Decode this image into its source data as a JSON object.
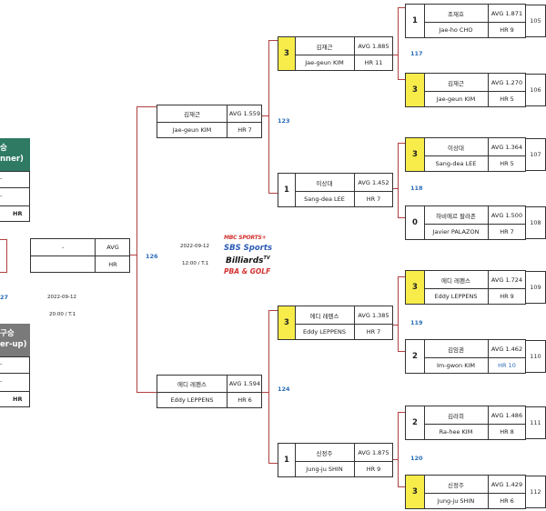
{
  "final": {
    "winner_head": [
      "승",
      "nner)"
    ],
    "winner_rows": [
      "-",
      "-"
    ],
    "winner_hr": "HR",
    "runner_head": [
      "구승",
      "er-up)"
    ],
    "runner_rows": [
      "-",
      "-"
    ],
    "runner_hr": "HR",
    "date": "2022-09-12",
    "time": "20:00 / T.1",
    "match_no": "27"
  },
  "match126": {
    "no": "126",
    "date": "2022-09-12",
    "time": "12:00 / T.1",
    "name": "-",
    "avg": "AVG",
    "hr": "HR"
  },
  "logos": {
    "mbc": "MBC SPORTS+",
    "sbs": "SBS Sports",
    "billiards": "Billiards",
    "tv": "TV",
    "pba": "PBA & GOLF"
  },
  "semis": [
    {
      "no": "123",
      "name": "김재근",
      "en": "Jae-geun KIM",
      "avg": "AVG 1.559",
      "hr": "HR 7"
    },
    {
      "no": "124",
      "name": "에디 레펜스",
      "en": "Eddy LEPPENS",
      "avg": "AVG 1.594",
      "hr": "HR 6"
    }
  ],
  "quarters": [
    {
      "no": "117",
      "score": "3",
      "win": true,
      "name": "김재근",
      "en": "Jae-geun KIM",
      "avg": "AVG 1.885",
      "hr": "HR 11"
    },
    {
      "no": "118",
      "score": "1",
      "win": false,
      "name": "이상대",
      "en": "Sang-dea LEE",
      "avg": "AVG 1.452",
      "hr": "HR 7"
    },
    {
      "no": "119",
      "score": "3",
      "win": true,
      "name": "에디 레펜스",
      "en": "Eddy LEPPENS",
      "avg": "AVG 1.385",
      "hr": "HR 7"
    },
    {
      "no": "120",
      "score": "1",
      "win": false,
      "name": "신정주",
      "en": "Jung-ju SHIN",
      "avg": "AVG 1.875",
      "hr": "HR 9"
    }
  ],
  "round16": [
    {
      "no": "105",
      "score": "1",
      "win": false,
      "name": "조재호",
      "en": "Jae-ho CHO",
      "avg": "AVG 1.871",
      "hr": "HR 9"
    },
    {
      "no": "106",
      "score": "3",
      "win": true,
      "name": "김재근",
      "en": "Jae-geun KIM",
      "avg": "AVG 1.270",
      "hr": "HR 5"
    },
    {
      "no": "107",
      "score": "3",
      "win": true,
      "name": "이상대",
      "en": "Sang-dea LEE",
      "avg": "AVG 1.364",
      "hr": "HR 5"
    },
    {
      "no": "108",
      "score": "0",
      "win": false,
      "name": "하비에르 팔라존",
      "en": "Javier PALAZON",
      "avg": "AVG 1.500",
      "hr": "HR 7"
    },
    {
      "no": "109",
      "score": "3",
      "win": true,
      "name": "에디 레펜스",
      "en": "Eddy LEPPENS",
      "avg": "AVG 1.724",
      "hr": "HR 9"
    },
    {
      "no": "110",
      "score": "2",
      "win": false,
      "name": "김임권",
      "en": "Im-gwon KIM",
      "avg": "AVG 1.462",
      "hr": "HR 10"
    },
    {
      "no": "111",
      "score": "2",
      "win": false,
      "name": "김라희",
      "en": "Ra-hee KIM",
      "avg": "AVG 1.486",
      "hr": "HR 8"
    },
    {
      "no": "112",
      "score": "3",
      "win": true,
      "name": "신정주",
      "en": "Jung-ju SHIN",
      "avg": "AVG 1.429",
      "hr": "HR 6"
    }
  ],
  "colors": {
    "winner_header": "#2e7a63",
    "runner_header": "#7a7a7a",
    "win_score": "#f7ec4a",
    "bracket_line": "#b04040",
    "match_no": "#2a6db8"
  }
}
